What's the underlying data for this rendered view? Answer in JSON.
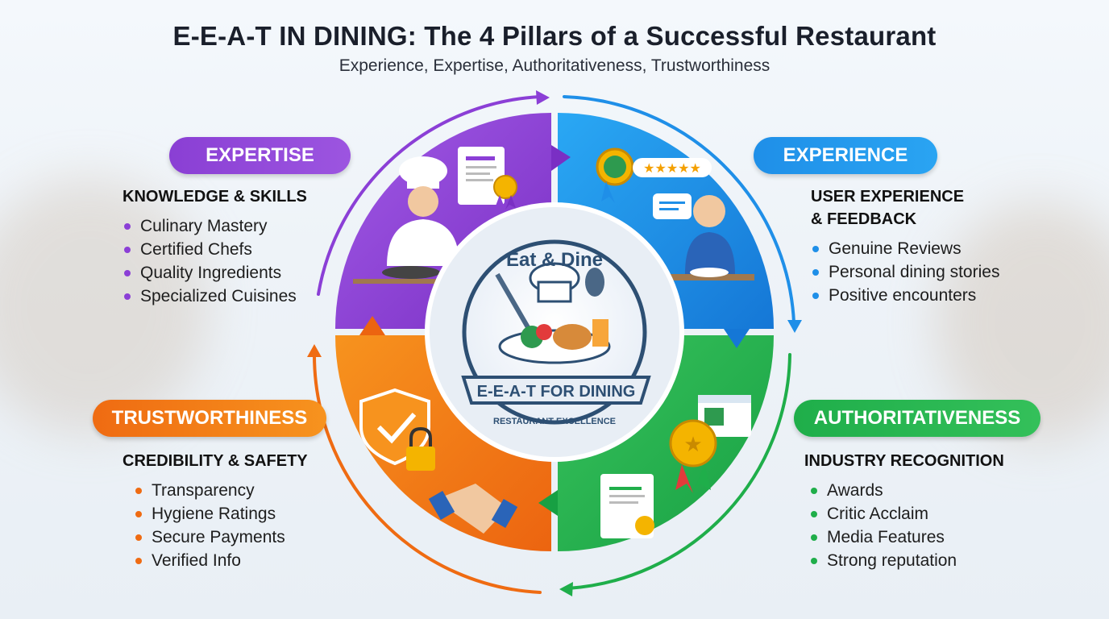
{
  "header": {
    "title": "E-E-A-T IN DINING: The 4 Pillars of a Successful Restaurant",
    "subtitle": "Experience, Expertise, Authoritativeness, Trustworthiness"
  },
  "pillars": {
    "expertise": {
      "label": "EXPERTISE",
      "heading": "KNOWLEDGE & SKILLS",
      "items": [
        "Culinary Mastery",
        "Certified Chefs",
        "Quality Ingredients",
        "Specialized Cuisines"
      ]
    },
    "experience": {
      "label": "EXPERIENCE",
      "heading_line1": "USER EXPERIENCE",
      "heading_line2": "& FEEDBACK",
      "items": [
        "Genuine Reviews",
        "Personal dining stories",
        "Positive encounters"
      ]
    },
    "trustworthiness": {
      "label": "TRUSTWORTHINESS",
      "heading": "CREDIBILITY & SAFETY",
      "items": [
        "Transparency",
        "Hygiene Ratings",
        "Secure Payments",
        "Verified Info"
      ]
    },
    "authoritativeness": {
      "label": "AUTHORITATIVENESS",
      "heading": "INDUSTRY RECOGNITION",
      "items": [
        "Awards",
        "Critic Acclaim",
        "Media Features",
        "Strong reputation"
      ]
    }
  },
  "emblem": {
    "top_text": "Eat & Dine",
    "banner_text": "E-E-A-T FOR DINING",
    "bottom_text": "RESTAURANT EXCELLENCE"
  },
  "colors": {
    "expertise": "#8b3fd6",
    "experience": "#1f8fe8",
    "trustworthiness": "#ef6b12",
    "authoritativeness": "#1fae4a"
  },
  "icons": {
    "expertise": [
      "chef-icon",
      "certificate-icon",
      "medal-icon"
    ],
    "experience": [
      "rating-badge-icon",
      "diner-icon",
      "chat-bubble-icon"
    ],
    "trustworthiness": [
      "shield-check-icon",
      "padlock-icon",
      "handshake-icon"
    ],
    "authoritativeness": [
      "award-medal-icon",
      "browser-window-icon",
      "certificate-icon"
    ]
  }
}
